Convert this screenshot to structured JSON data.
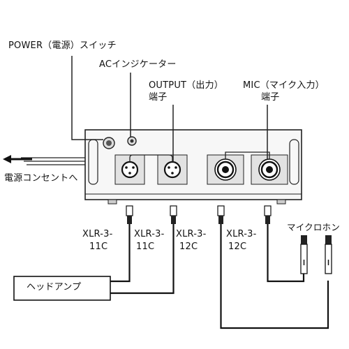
{
  "labels": {
    "power_switch": "POWER（電源）スイッチ",
    "ac_indicator": "ACインジケーター",
    "output_line1": "OUTPUT（出力）",
    "output_line2": "端子",
    "mic_line1": "MIC（マイク入力）",
    "mic_line2": "端子",
    "to_outlet": "電源コンセントへ",
    "cable_xlr_11c_a_line1": "XLR-3-",
    "cable_xlr_11c_a_line2": "11C",
    "cable_xlr_11c_b_line1": "XLR-3-",
    "cable_xlr_11c_b_line2": "11C",
    "cable_xlr_12c_a_line1": "XLR-3-",
    "cable_xlr_12c_a_line2": "12C",
    "cable_xlr_12c_b_line1": "XLR-3-",
    "cable_xlr_12c_b_line2": "12C",
    "microphone": "マイクロホン",
    "headphone_amp": "ヘッドアンプ"
  }
}
